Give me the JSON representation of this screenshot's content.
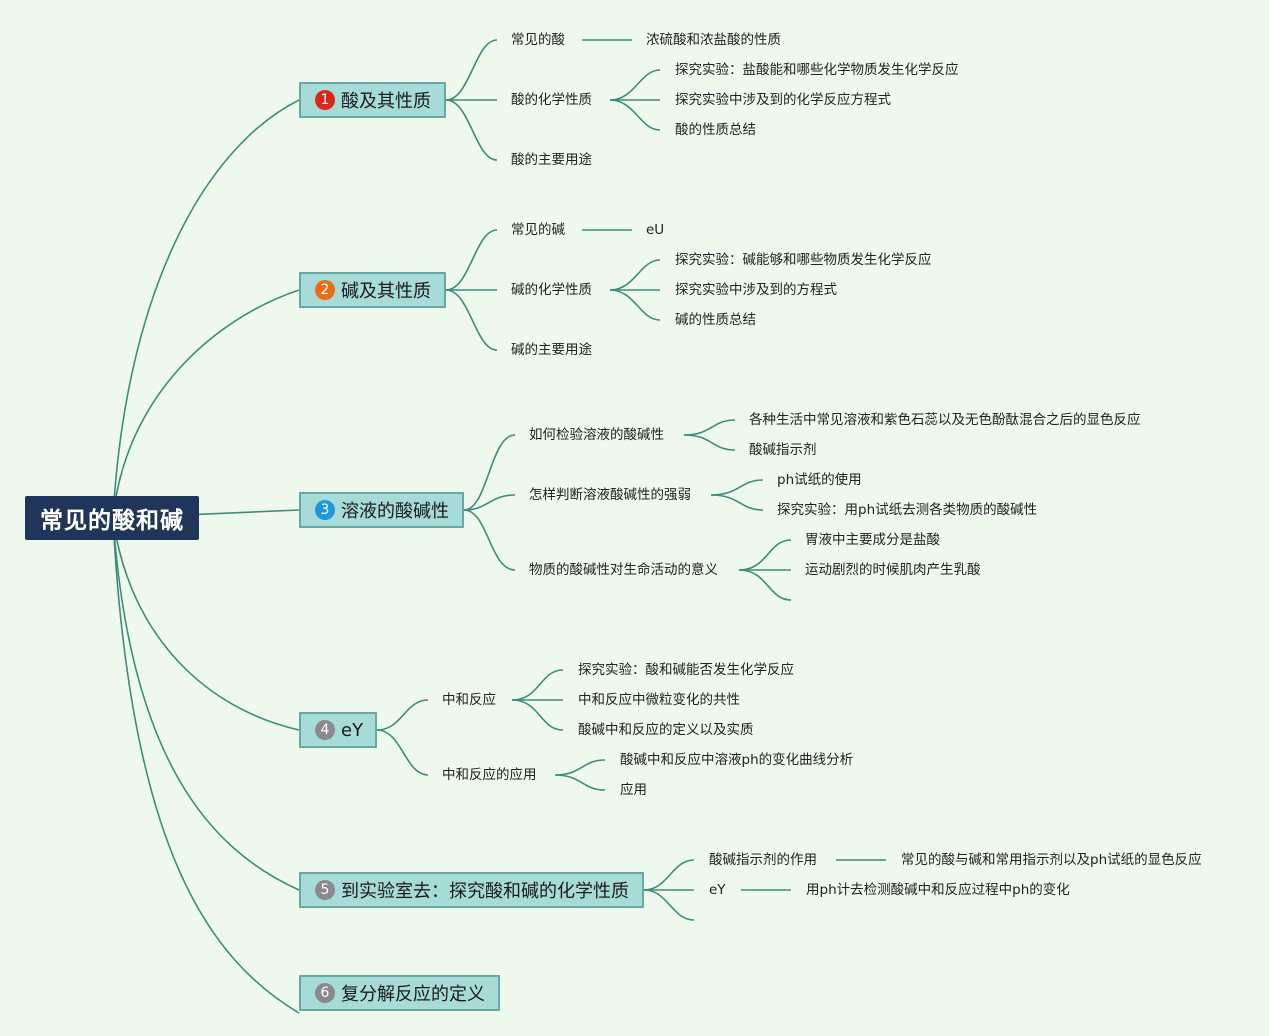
{
  "root": "常见的酸和碱",
  "topics": [
    {
      "num": "1",
      "label": "酸及其性质",
      "children": [
        {
          "label": "常见的酸",
          "children": [
            "浓硫酸和浓盐酸的性质"
          ]
        },
        {
          "label": "酸的化学性质",
          "children": [
            "探究实验：盐酸能和哪些化学物质发生化学反应",
            "探究实验中涉及到的化学反应方程式",
            "酸的性质总结"
          ]
        },
        {
          "label": "酸的主要用途",
          "children": []
        }
      ]
    },
    {
      "num": "2",
      "label": "碱及其性质",
      "children": [
        {
          "label": "常见的碱",
          "children": [
            "eU"
          ]
        },
        {
          "label": "碱的化学性质",
          "children": [
            "探究实验：碱能够和哪些物质发生化学反应",
            "探究实验中涉及到的方程式",
            "碱的性质总结"
          ]
        },
        {
          "label": "碱的主要用途",
          "children": []
        }
      ]
    },
    {
      "num": "3",
      "label": "溶液的酸碱性",
      "children": [
        {
          "label": "如何检验溶液的酸碱性",
          "children": [
            "各种生活中常见溶液和紫色石蕊以及无色酚酞混合之后的显色反应",
            "酸碱指示剂"
          ]
        },
        {
          "label": "怎样判断溶液酸碱性的强弱",
          "children": [
            "ph试纸的使用",
            "探究实验：用ph试纸去测各类物质的酸碱性"
          ]
        },
        {
          "label": "物质的酸碱性对生命活动的意义",
          "children": [
            "胃液中主要成分是盐酸",
            "运动剧烈的时候肌肉产生乳酸"
          ]
        }
      ]
    },
    {
      "num": "4",
      "label": "eY",
      "children": [
        {
          "label": "中和反应",
          "children": [
            "探究实验：酸和碱能否发生化学反应",
            "中和反应中微粒变化的共性",
            "酸碱中和反应的定义以及实质"
          ]
        },
        {
          "label": "中和反应的应用",
          "children": [
            "酸碱中和反应中溶液ph的变化曲线分析",
            "应用"
          ]
        }
      ]
    },
    {
      "num": "5",
      "label": "到实验室去：探究酸和碱的化学性质",
      "children": [
        {
          "label": "酸碱指示剂的作用",
          "children": [
            "常见的酸与碱和常用指示剂以及ph试纸的显色反应"
          ]
        },
        {
          "label": "eY",
          "children": [
            "用ph计去检测酸碱中和反应过程中ph的变化"
          ]
        }
      ]
    },
    {
      "num": "6",
      "label": "复分解反应的定义",
      "children": []
    }
  ],
  "colors": {
    "background": "#eef8ec",
    "root_fill": "#1f3559",
    "topic_fill": "#a7dbd7",
    "topic_border": "#67a8a2",
    "connector": "#3f8c7c",
    "badge_1": "#d8281a",
    "badge_2": "#ea6c16",
    "badge_3": "#1f97dc",
    "badge_other": "#8a8a8a"
  }
}
